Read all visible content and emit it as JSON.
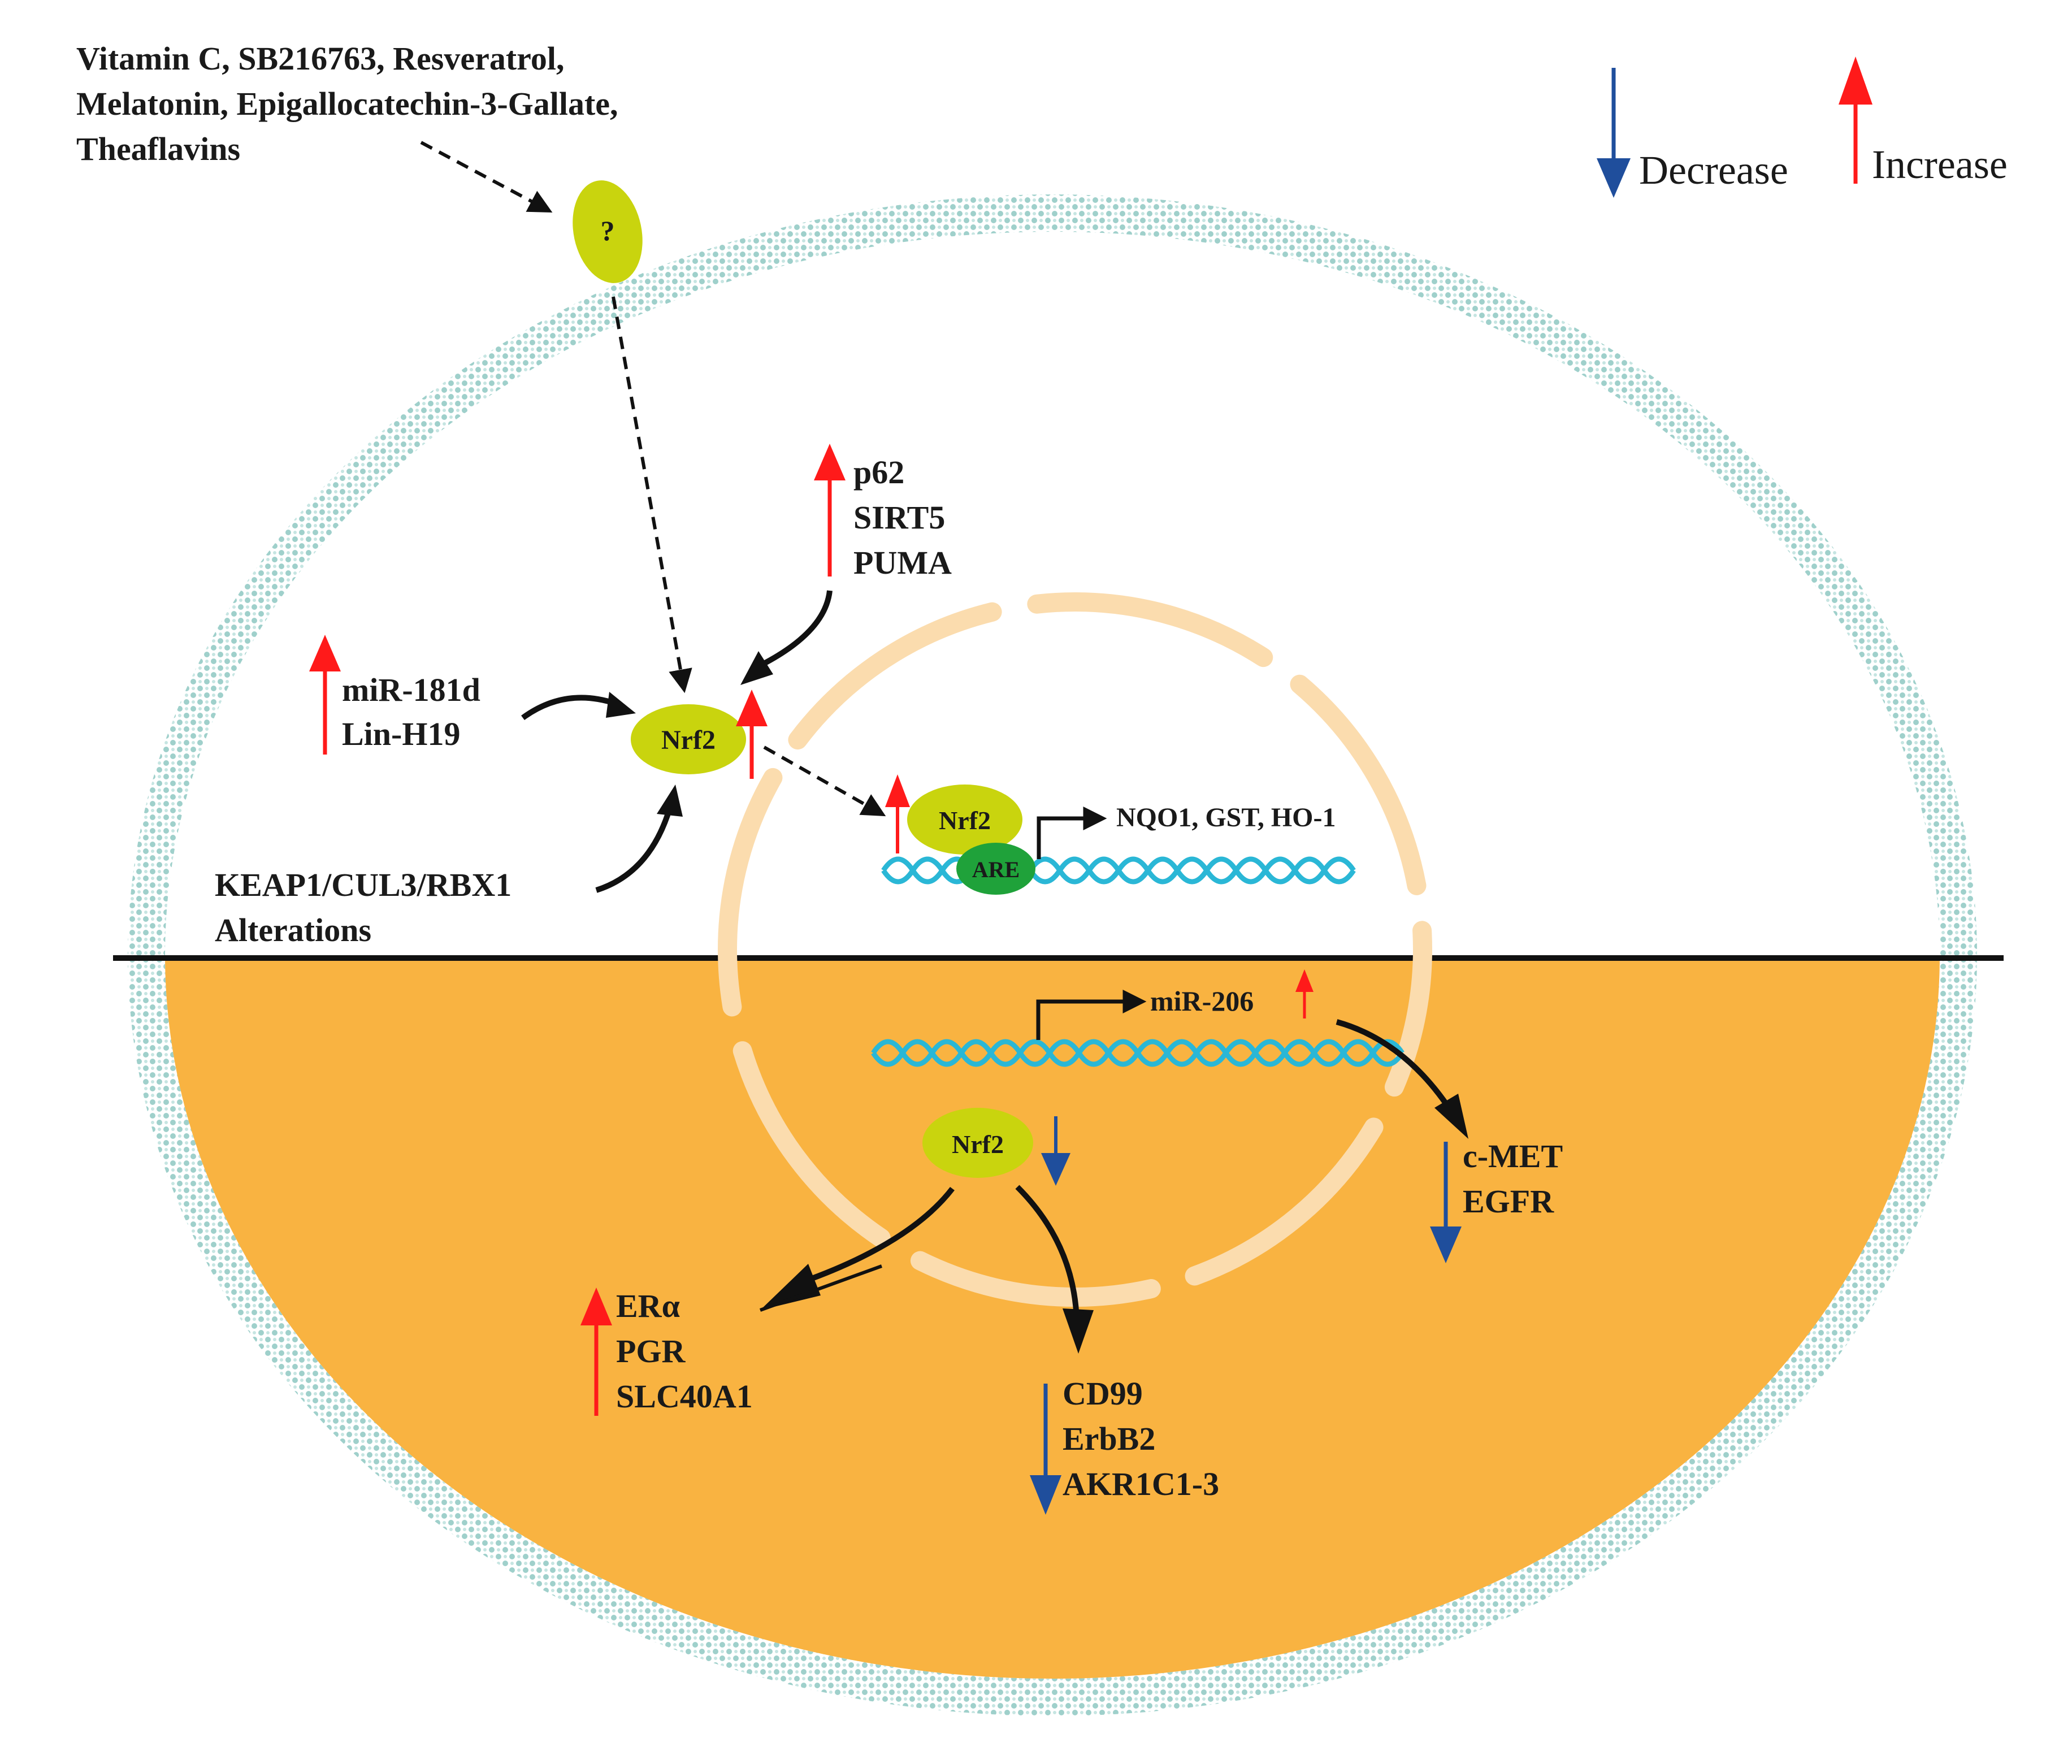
{
  "legend": {
    "decrease": {
      "label": "Decrease",
      "color": "#1f4e9c"
    },
    "increase": {
      "label": "Increase",
      "color": "#ff1a1a"
    }
  },
  "colors": {
    "membrane": "#9fd0cb",
    "lower_half": "#f9b341",
    "nuclear_envelope": "#fbdcae",
    "protein": "#c9d40e",
    "are": "#1fa23a",
    "dna": "#2ab7d6",
    "arrow_black": "#111111"
  },
  "compounds": {
    "lines": [
      "Vitamin C, SB216763, Resveratrol,",
      "Melatonin, Epigallocatechin-3-Gallate,",
      "Theaflavins"
    ]
  },
  "receptor": {
    "label": "?"
  },
  "upstream": {
    "p62_group": [
      "p62",
      "SIRT5",
      "PUMA"
    ],
    "mir_group": [
      "miR-181d",
      "Lin-H19"
    ],
    "keap_group": [
      "KEAP1/CUL3/RBX1",
      "Alterations"
    ]
  },
  "top_nucleus": {
    "nrf2_cyto": "Nrf2",
    "nrf2_nuclear": "Nrf2",
    "are": "ARE",
    "targets": "NQO1, GST, HO-1"
  },
  "bottom": {
    "mir206": "miR-206",
    "nrf2": "Nrf2",
    "met_group": [
      "c-MET",
      "EGFR"
    ],
    "er_group": [
      "ERα",
      "PGR",
      "SLC40A1"
    ],
    "cd99_group": [
      "CD99",
      "ErbB2",
      "AKR1C1-3"
    ]
  }
}
